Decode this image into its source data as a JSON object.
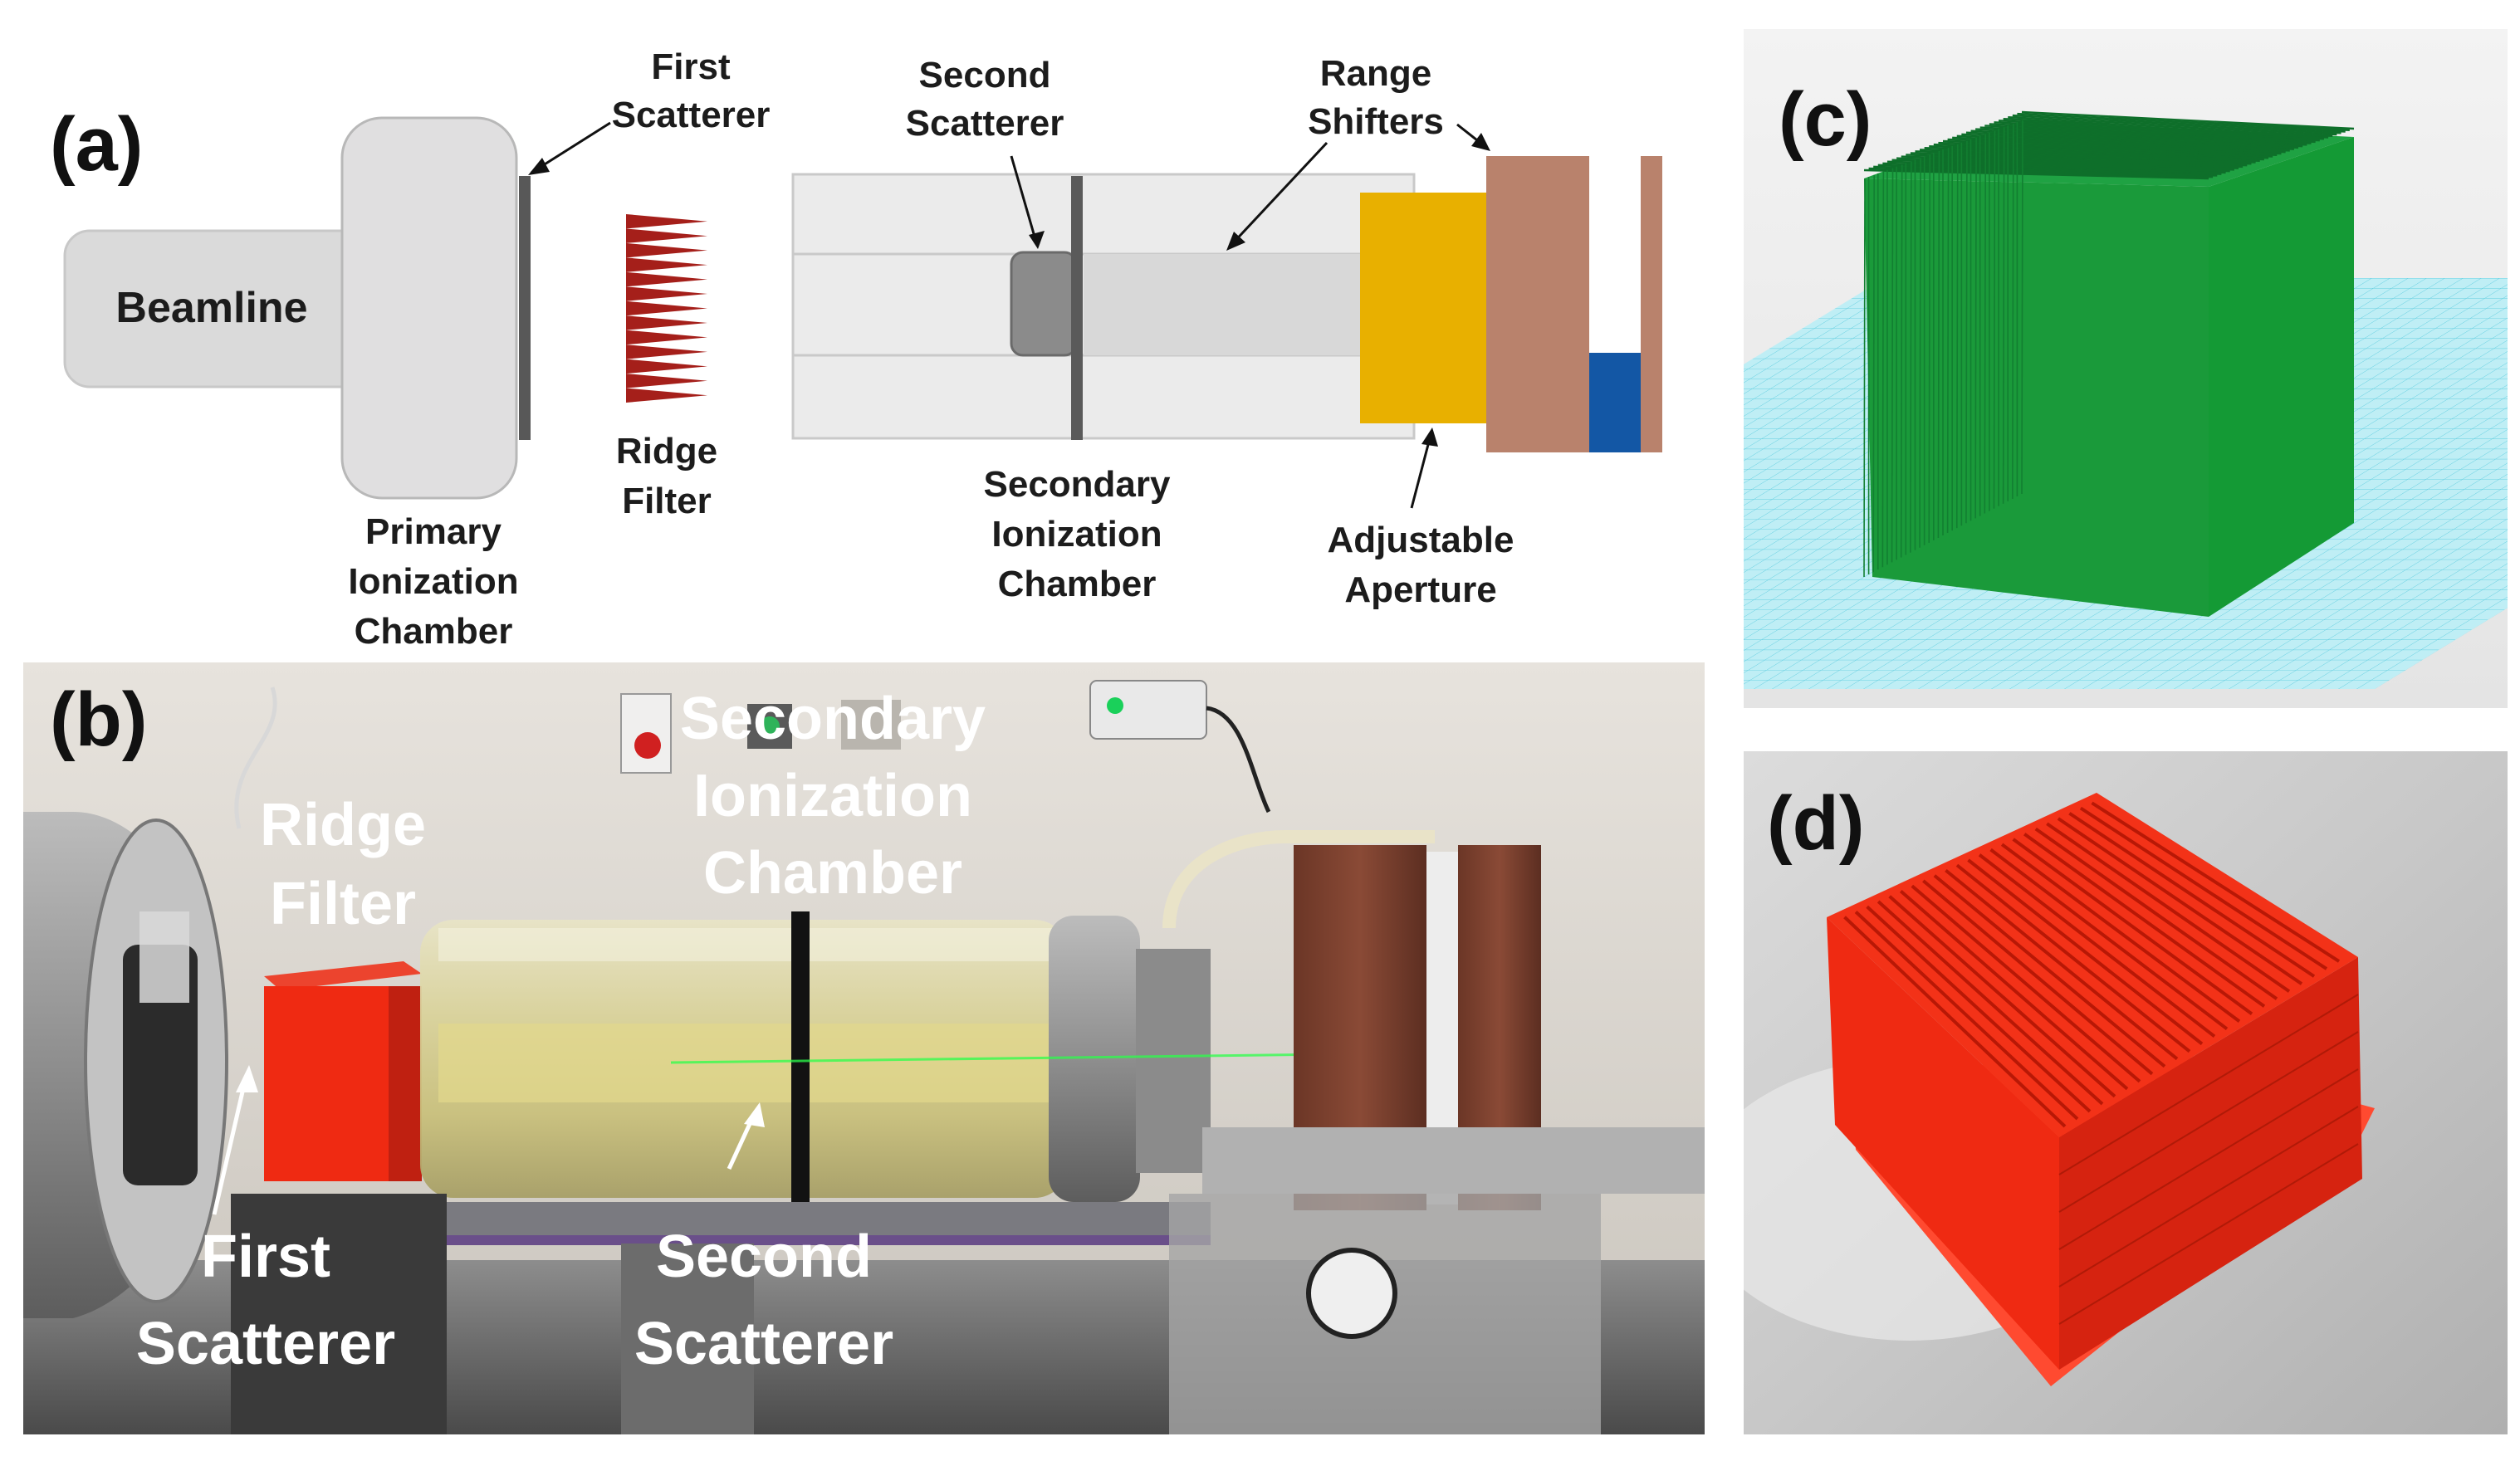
{
  "panels": {
    "a": {
      "label": "(a)",
      "beamline": "Beamline",
      "first_scatterer": [
        "First",
        "Scatterer"
      ],
      "ridge_filter": [
        "Ridge",
        "Filter"
      ],
      "primary_ic": [
        "Primary",
        "Ionization",
        "Chamber"
      ],
      "second_scatterer": [
        "Second",
        "Scatterer"
      ],
      "secondary_ic": [
        "Secondary",
        "Ionization",
        "Chamber"
      ],
      "range_shifters": [
        "Range",
        "Shifters"
      ],
      "adjustable_aperture": [
        "Adjustable",
        "Aperture"
      ]
    },
    "b": {
      "label": "(b)",
      "ridge_filter": [
        "Ridge",
        "Filter"
      ],
      "secondary_ic": [
        "Secondary",
        "Ionization",
        "Chamber"
      ],
      "first_scatterer": [
        "First",
        "Scatterer"
      ],
      "second_scatterer": [
        "Second",
        "Scatterer"
      ]
    },
    "c": {
      "label": "(c)"
    },
    "d": {
      "label": "(d)"
    }
  },
  "colors": {
    "ridge_filter": "#a51f1a",
    "aperture": "#e8b000",
    "range_shifter": "#b9826c",
    "range_shifter_blue": "#1357a5",
    "cad_green": "#1a9a3a",
    "cad_grid": "#5fcde0",
    "print_red": "#ef2a12"
  }
}
